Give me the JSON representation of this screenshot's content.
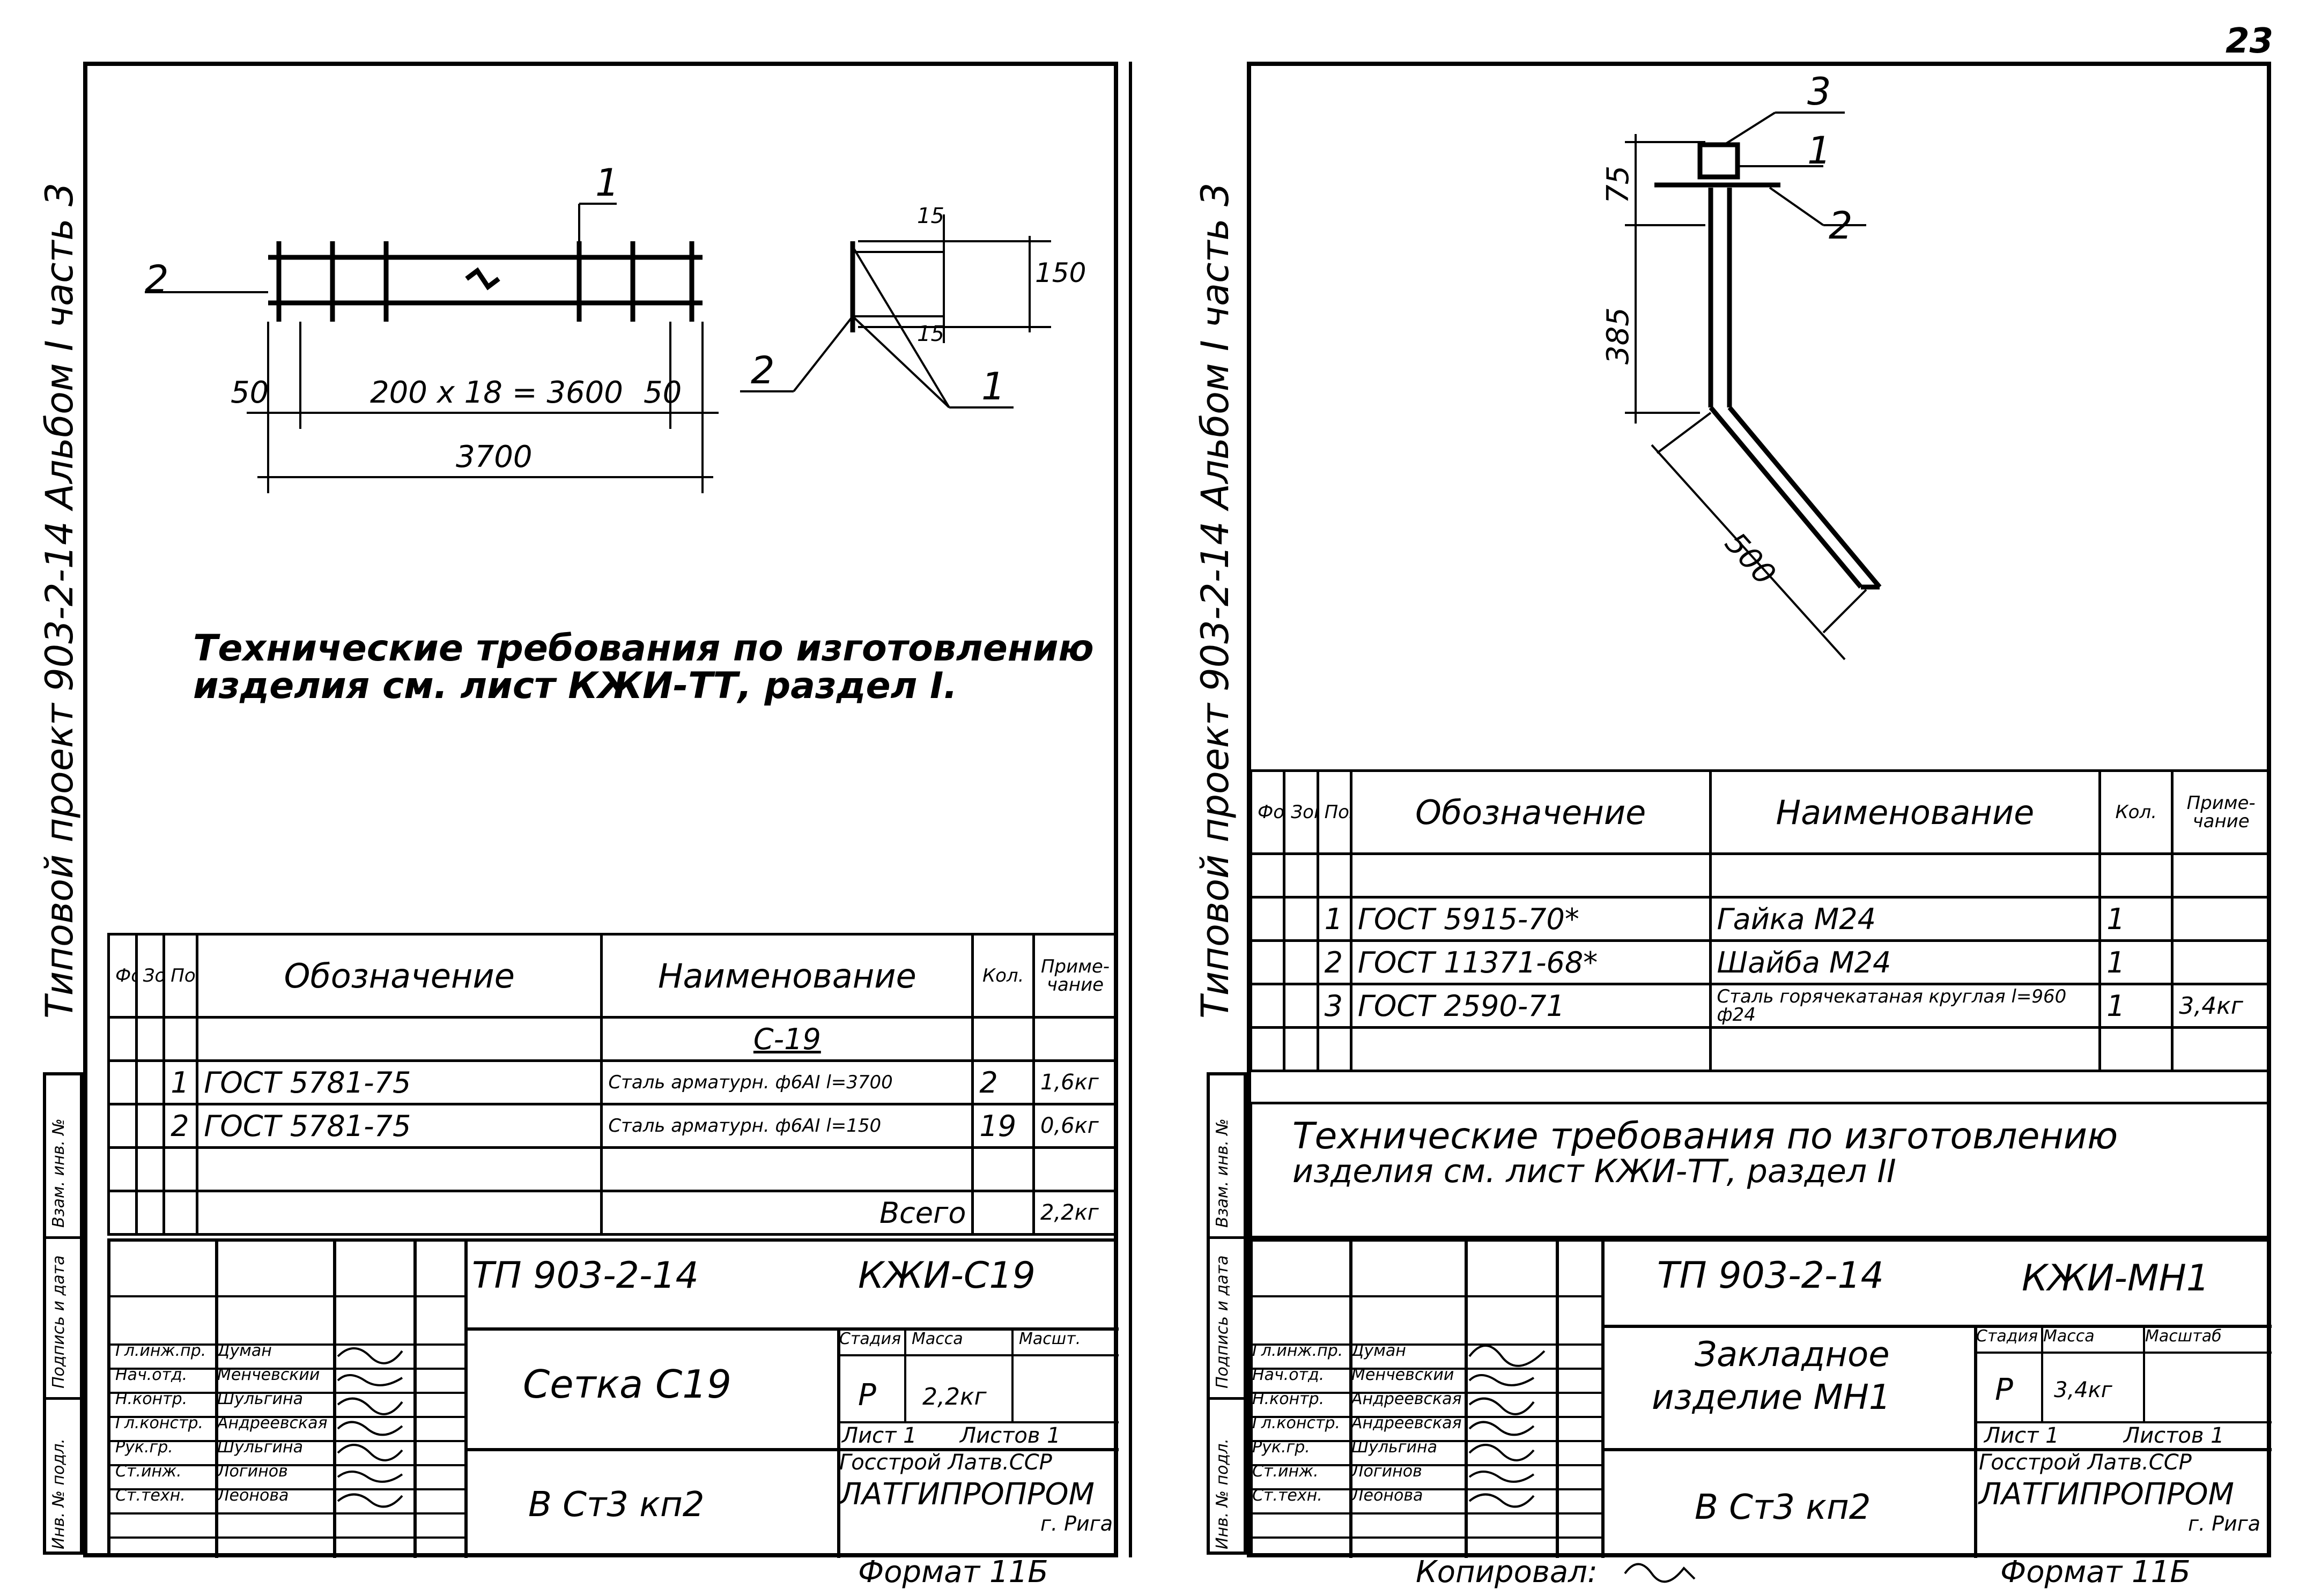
{
  "page_number": "23",
  "left": {
    "side_label": "Типовой проект 903-2-14   Альбом I часть 3",
    "side_columns": [
      "Инв. № подл.",
      "Подпись и дата",
      "Взам. инв. №"
    ],
    "drawing": {
      "dim_dist": "200 x 18 = 3600",
      "dim_edge_left": "50",
      "dim_edge_right": "50",
      "dim_total": "3700",
      "dim_15a": "15",
      "dim_15b": "15",
      "dim_150": "150",
      "pos1": "1",
      "pos2": "2",
      "pos1b": "1",
      "pos2b": "2"
    },
    "note": [
      "Технические требования по изготовлению",
      "изделия см. лист КЖИ-ТТ, раздел I."
    ],
    "spec": {
      "h_format": "Формат",
      "h_zone": "Зона",
      "h_pos": "Поз.",
      "h_designation": "Обозначение",
      "h_name": "Наименование",
      "h_qty": "Кол.",
      "h_note": "Приме-чание",
      "group": "С-19",
      "rows": [
        {
          "pos": "1",
          "designation": "ГОСТ 5781-75",
          "name": "Сталь арматурн. ф6АI l=3700",
          "qty": "2",
          "note": "1,6кг"
        },
        {
          "pos": "2",
          "designation": "ГОСТ 5781-75",
          "name": "Сталь арматурн. ф6АI l=150",
          "qty": "19",
          "note": "0,6кг"
        }
      ],
      "total_label": "Всего",
      "total_value": "2,2кг"
    },
    "stamp": {
      "project": "ТП 903-2-14",
      "code": "КЖИ-С19",
      "title": "Сетка С19",
      "material": "В Ст3 кп2",
      "stage_h": "Стадия",
      "mass_h": "Масса",
      "scale_h": "Масшт.",
      "stage": "Р",
      "mass": "2,2кг",
      "sheet": "Лист 1",
      "sheets": "Листов 1",
      "org1": "Госстрой Латв.ССР",
      "org2": "ЛАТГИПРОПРОМ",
      "city": "г. Рига",
      "roles": [
        "Гл.инж.пр.",
        "Нач.отд.",
        "Н.контр.",
        "Гл.констр.",
        "Рук.гр.",
        "Ст.инж.",
        "Ст.техн."
      ],
      "names": [
        "Думан",
        "Менчевский",
        "Шульгина",
        "Андреевская",
        "Шульгина",
        "Логинов",
        "Леонова"
      ]
    },
    "format": "Формат 11Б"
  },
  "right": {
    "side_label": "Типовой проект 903-2-14   Альбом I часть 3",
    "side_columns": [
      "Инв. № подл.",
      "Подпись и дата",
      "Взам. инв. №"
    ],
    "drawing": {
      "pos3": "3",
      "pos1": "1",
      "pos2": "2",
      "dim_75": "75",
      "dim_385": "385",
      "dim_500": "500"
    },
    "spec": {
      "h_format": "Формат",
      "h_zone": "Зона",
      "h_pos": "Поз.",
      "h_designation": "Обозначение",
      "h_name": "Наименование",
      "h_qty": "Кол.",
      "h_note": "Приме-чание",
      "rows": [
        {
          "pos": "1",
          "designation": "ГОСТ 5915-70*",
          "name": "Гайка М24",
          "qty": "1",
          "note": ""
        },
        {
          "pos": "2",
          "designation": "ГОСТ 11371-68*",
          "name": "Шайба М24",
          "qty": "1",
          "note": ""
        },
        {
          "pos": "3",
          "designation": "ГОСТ 2590-71",
          "name": "Сталь горячекатаная круглая l=960 ф24",
          "qty": "1",
          "note": "3,4кг"
        }
      ]
    },
    "note": [
      "Технические требования по изготовлению",
      "изделия см. лист КЖИ-ТТ, раздел II"
    ],
    "stamp": {
      "project": "ТП 903-2-14",
      "code": "КЖИ-МН1",
      "title1": "Закладное",
      "title2": "изделие МН1",
      "material": "В Ст3 кп2",
      "stage_h": "Стадия",
      "mass_h": "Масса",
      "scale_h": "Масштаб",
      "stage": "Р",
      "mass": "3,4кг",
      "sheet": "Лист 1",
      "sheets": "Листов 1",
      "org1": "Госстрой Латв.ССР",
      "org2": "ЛАТГИПРОПРОМ",
      "city": "г. Рига",
      "roles": [
        "Гл.инж.пр.",
        "Нач.отд.",
        "Н.контр.",
        "Гл.констр.",
        "Рук.гр.",
        "Ст.инж.",
        "Ст.техн."
      ],
      "names": [
        "Думан",
        "Менчевский",
        "Андреевская",
        "Андреевская",
        "Шульгина",
        "Логинов",
        "Леонова"
      ]
    },
    "copied": "Копировал:",
    "format": "Формат 11Б"
  }
}
